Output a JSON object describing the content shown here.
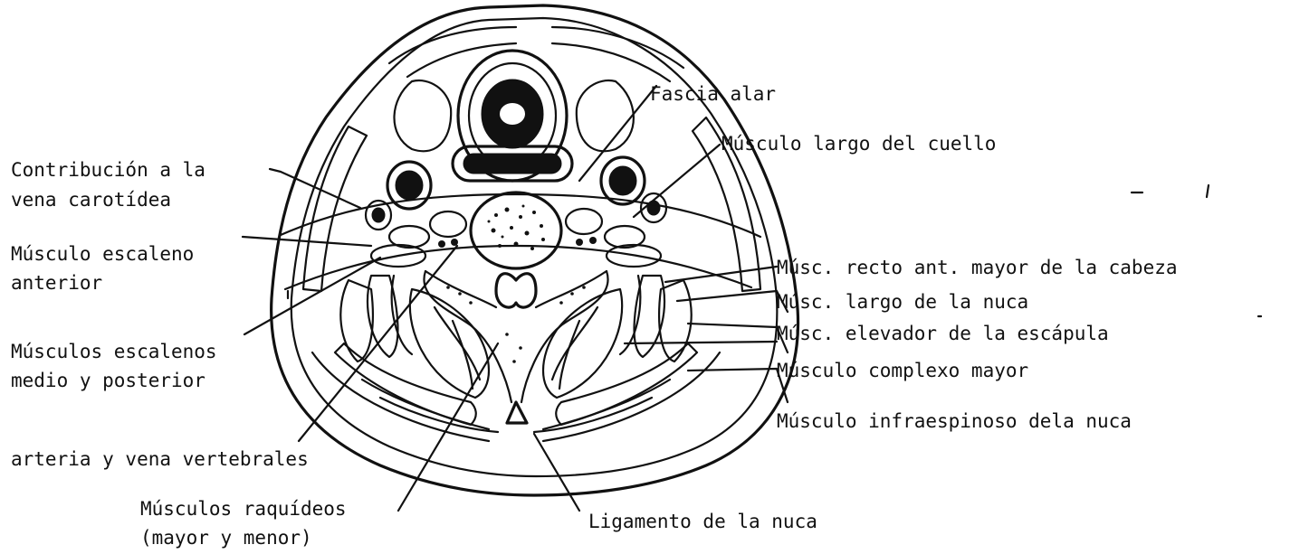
{
  "labels": {
    "fascia_alar": "Fascia alar",
    "musculo_largo_cuello": "Músculo largo del cuello",
    "contribucion_line1": "Contribución a la",
    "contribucion_line2": "vena carotídea",
    "escaleno_anterior_line1": "Músculo escaleno",
    "escaleno_anterior_line2": "anterior",
    "escalenos_medio_line1": "Músculos escalenos",
    "escalenos_medio_line2": "medio y posterior",
    "arteria_vena": "arteria y vena vertebrales",
    "raquideos_line1": "Músculos raquídeos",
    "raquideos_line2": "(mayor y menor)",
    "ligamento": "Ligamento de la nuca",
    "recto_ant": "Músc. recto ant. mayor de la cabeza",
    "largo_nuca": "Músc. largo de la nuca",
    "elevador": "Músc. elevador de la escápula",
    "complexo": "Músculo complexo mayor",
    "infraespinoso": "Músculo infraespinoso dela nuca"
  }
}
